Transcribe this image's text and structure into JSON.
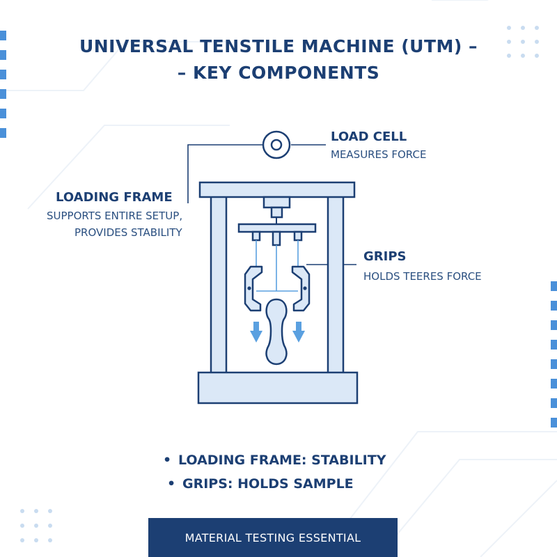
{
  "title_line1": "UNIVERSAL TENSTILE MACHINE (UTM) –",
  "title_line2": "– KEY COMPONENTS",
  "callouts": {
    "load_cell": {
      "title": "LOAD CELL",
      "desc": "MEASURES FORCE"
    },
    "loading_frame": {
      "title": "LOADING FRAME",
      "desc_line1": "SUPPORTS ENTIRE SETUP,",
      "desc_line2": "PROVIDES STABILITY"
    },
    "grips": {
      "title": "GRIPS",
      "desc": "HOLDS TEERES FORCE"
    }
  },
  "bullets": [
    "LOADING FRAME: STABILITY",
    "GRIPS: HOLDS SAMPLE"
  ],
  "bullet_glyph": "•",
  "footer": "MATERIAL TESTING ESSENTIAL",
  "colors": {
    "navy": "#1c3f73",
    "fill_light": "#dbe8f7",
    "accent_blue": "#4a90d9",
    "arrow_blue": "#5aa0e0"
  }
}
